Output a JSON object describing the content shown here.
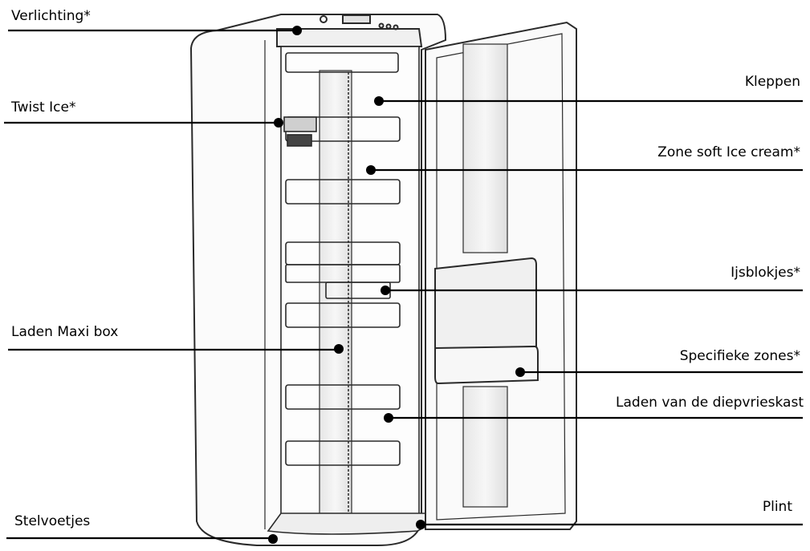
{
  "labels": {
    "verlichting": "Verlichting*",
    "twist_ice": "Twist Ice*",
    "laden_maxi_box": "Laden Maxi box",
    "stelvoetjes": "Stelvoetjes",
    "kleppen": "Kleppen",
    "zone_soft_ice": "Zone soft Ice cream*",
    "ijsblokjes": "Ijsblokjes*",
    "specifieke_zones": "Specifieke zones*",
    "laden_diepvrieskast": "Laden van de diepvrieskast",
    "plint": "Plint"
  },
  "colors": {
    "line": "#000000",
    "sketch": "#2a2a2a",
    "shade": "#d9d9d9"
  }
}
